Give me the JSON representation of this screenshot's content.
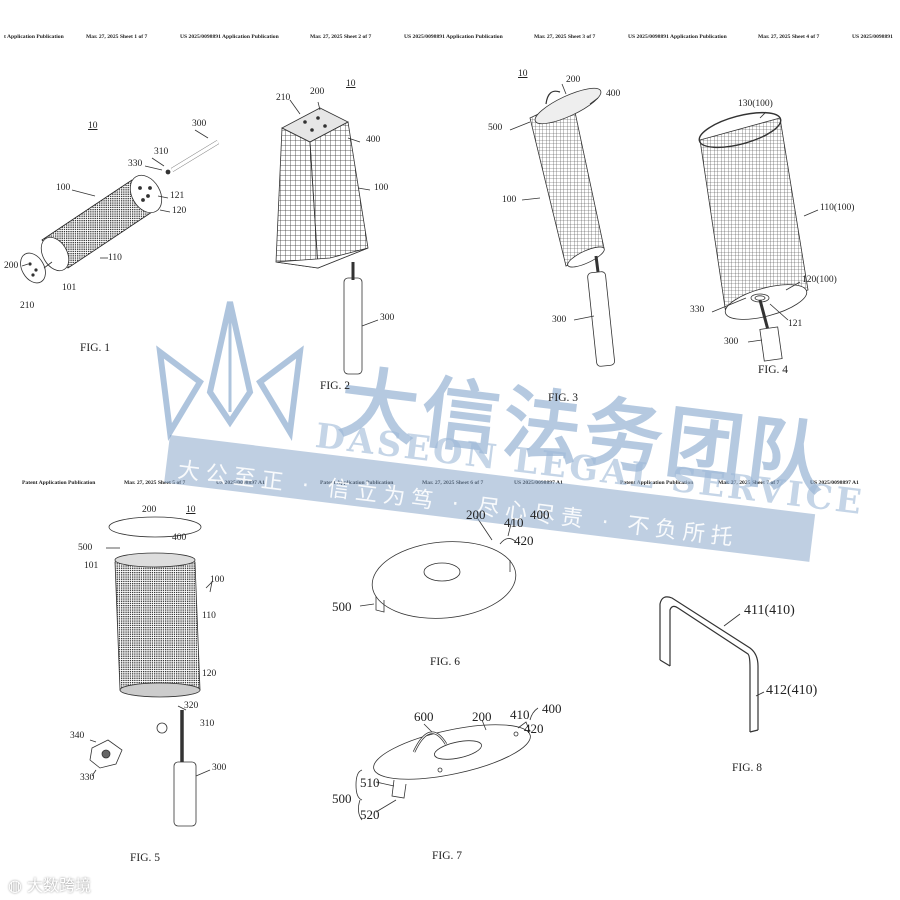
{
  "headers": {
    "top": [
      "t Application Publication",
      "Mar. 27, 2025 Sheet 1 of 7",
      "US 2025/0098891 Application Publication",
      "Mar. 27, 2025 Sheet 2 of 7",
      "US 2025/0098891 Application Publication",
      "Mar. 27, 2025 Sheet 3 of 7",
      "US 2025/0098891 Application Publication",
      "Mar. 27, 2025 Sheet 4 of 7",
      "US 2025/0098891"
    ],
    "middle": [
      "Patent Application Publication",
      "Mar. 27, 2025 Sheet 5 of 7",
      "US 2025/0098897 A1",
      "Patent Application Publication",
      "Mar. 27, 2025 Sheet 6 of 7",
      "US 2025/0098897 A1",
      "Patent Application Publication",
      "Mar. 27, 2025 Sheet 7 of 7",
      "US 2025/0098897 A1"
    ]
  },
  "figures": {
    "fig1": {
      "caption": "FIG. 1",
      "ref": "10",
      "labels": [
        "300",
        "310",
        "330",
        "100",
        "121",
        "120",
        "110",
        "200",
        "101",
        "210"
      ]
    },
    "fig2": {
      "caption": "FIG. 2",
      "ref": "10",
      "labels": [
        "210",
        "200",
        "400",
        "100",
        "300"
      ]
    },
    "fig3": {
      "caption": "FIG. 3",
      "ref": "10",
      "labels": [
        "200",
        "400",
        "500",
        "100",
        "300"
      ]
    },
    "fig4": {
      "caption": "FIG. 4",
      "labels": [
        "130(100)",
        "110(100)",
        "120(100)",
        "330",
        "121",
        "300"
      ]
    },
    "fig5": {
      "caption": "FIG. 5",
      "ref": "10",
      "labels": [
        "200",
        "500",
        "400",
        "101",
        "100",
        "110",
        "120",
        "320",
        "310",
        "340",
        "330",
        "300"
      ]
    },
    "fig6": {
      "caption": "FIG. 6",
      "labels": [
        "200",
        "410",
        "400",
        "420",
        "500"
      ]
    },
    "fig7": {
      "caption": "FIG. 7",
      "labels": [
        "600",
        "200",
        "410",
        "400",
        "420",
        "510",
        "500",
        "520"
      ]
    },
    "fig8": {
      "caption": "FIG. 8",
      "labels": [
        "411(410)",
        "412(410)"
      ]
    }
  },
  "watermark": {
    "chinese": "大信法务团队",
    "english": "DASEON LEGAL SERVICE",
    "slogan": "大公至正 · 信立为笃 · 尽心尽责 · 不负所托",
    "color": "#7a9ec8"
  },
  "footer": {
    "logo_text": "大数跨境"
  }
}
